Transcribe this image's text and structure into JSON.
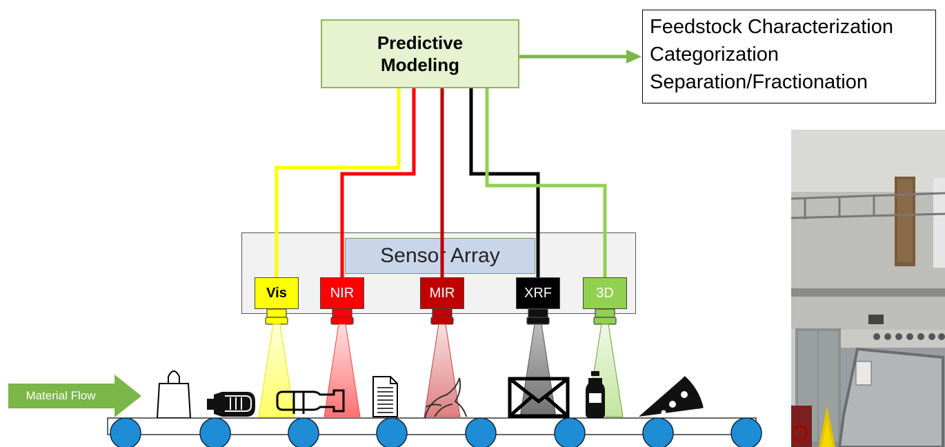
{
  "model": {
    "line1": "Predictive",
    "line2": "Modeling"
  },
  "outputs": [
    "Feedstock Characterization",
    "Categorization",
    "Separation/Fractionation"
  ],
  "array_label": "Sensor Array",
  "sensors": [
    {
      "label": "Vis",
      "color": "#ffff00",
      "text_color": "#000000",
      "bold": true
    },
    {
      "label": "NIR",
      "color": "#ff0000",
      "text_color": "#ffffff",
      "bold": false
    },
    {
      "label": "MIR",
      "color": "#c00000",
      "text_color": "#ffffff",
      "bold": false
    },
    {
      "label": "XRF",
      "color": "#000000",
      "text_color": "#ffffff",
      "bold": false
    },
    {
      "label": "3D",
      "color": "#92d050",
      "text_color": "#ffffff",
      "bold": false
    }
  ],
  "flow_label": "Material Flow",
  "colors": {
    "model_fill": "#e6f2d0",
    "arrow_green": "#7ab648",
    "roller_blue": "#1f8dd6",
    "array_fill": "#f2f2f2",
    "array_title_fill": "#c9d6ea"
  },
  "items": [
    "shopping-bag-icon",
    "crushed-bottle-icon",
    "bottle-icon",
    "document-icon",
    "banana-peel-icon",
    "envelope-icon",
    "drink-bottle-icon",
    "pizza-slice-icon"
  ],
  "photo": "facility-photo"
}
